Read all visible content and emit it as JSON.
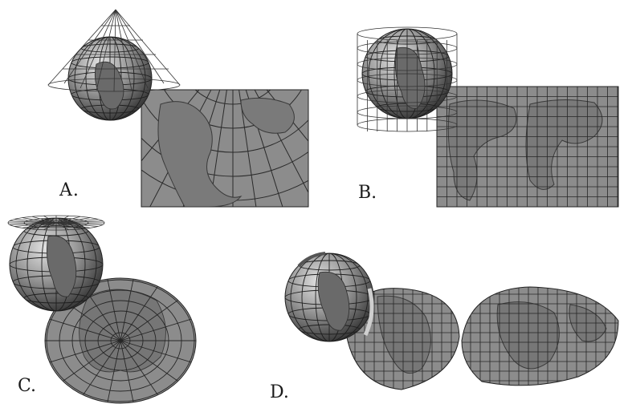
{
  "colors": {
    "map_fill": "#8c8c8c",
    "map_dark": "#5a5a5a",
    "grid_line": "#262626",
    "globe_light": "#d8d8d8",
    "globe_dark": "#2e2e2e",
    "land": "#6e6e6e",
    "projection_surface_line": "#333333"
  },
  "panels": [
    {
      "id": "A",
      "label": "A.",
      "projection_surface": "cone",
      "map_shape": "rectangle"
    },
    {
      "id": "B",
      "label": "B.",
      "projection_surface": "cylinder",
      "map_shape": "rectangle"
    },
    {
      "id": "C",
      "label": "C.",
      "projection_surface": "plane",
      "map_shape": "circle"
    },
    {
      "id": "D",
      "label": "D.",
      "projection_surface": "none",
      "map_shape": "interrupted-lobes"
    }
  ]
}
